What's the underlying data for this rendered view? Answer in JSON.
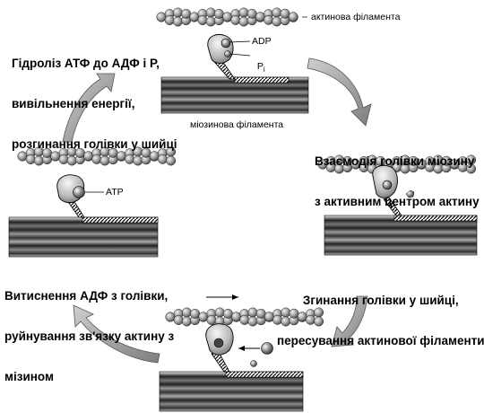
{
  "labels": {
    "actin_filament": "актинова філамента",
    "myosin_filament": "міозинова філамента",
    "adp": "ADP",
    "pi_base": "P",
    "pi_sub": "i",
    "atp": "ATP"
  },
  "steps": {
    "hydrolysis": [
      "Гідроліз АТФ до АДФ і Р,",
      "вивільнення енергії,",
      "розгинання голівки у шийці"
    ],
    "binding": [
      "Взаємодія голівки міозину",
      "з активним центром актину"
    ],
    "power_stroke": [
      "Згинання голівки у шийці,",
      "пересування актинової філаменти"
    ],
    "release": [
      "Витиснення АДФ з голівки,",
      "руйнування зв'язку актину з",
      "мізином"
    ]
  }
}
